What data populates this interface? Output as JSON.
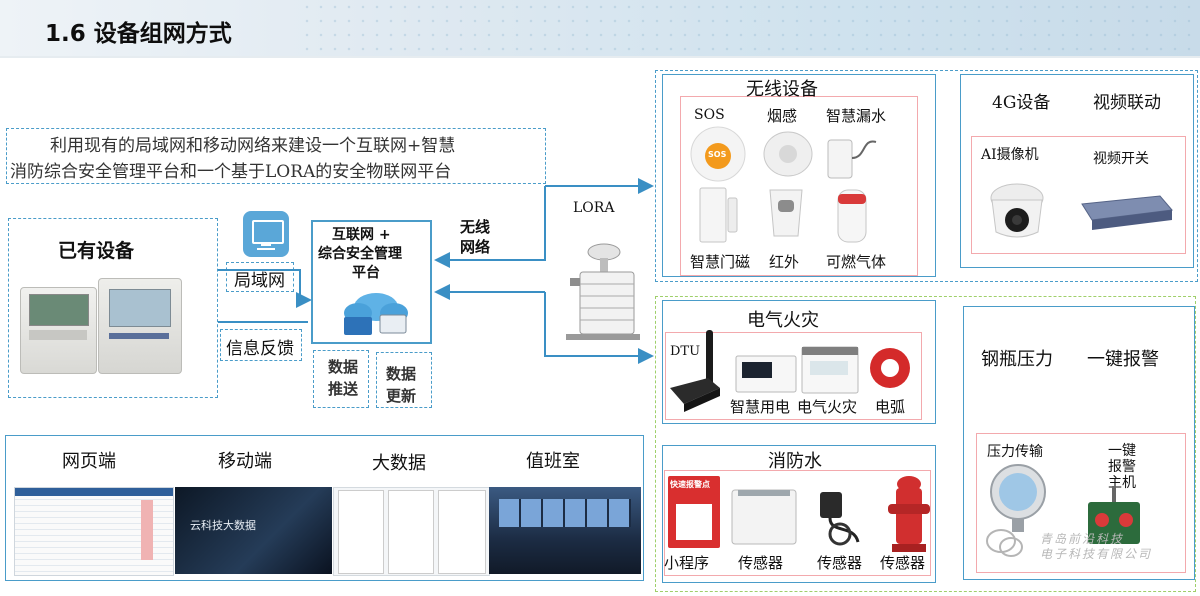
{
  "header": {
    "title": "1.6 设备组网方式"
  },
  "intro": {
    "line1": "利用现有的局域网和移动网络来建设一个互联网+智慧",
    "line2": "消防综合安全管理平台和一个基于LORA的安全物联网平台"
  },
  "existing": {
    "title": "已有设备"
  },
  "links": {
    "lan": "局域网",
    "feedback": "信息反馈",
    "wireless_line1": "无线",
    "wireless_line2": "网络",
    "lora": "LORA"
  },
  "platform": {
    "line1": "互联网 +",
    "line2": "综合安全管理",
    "line3": "平台"
  },
  "data_push": {
    "line1": "数据",
    "line2": "推送"
  },
  "data_update": {
    "line1": "数据",
    "line2": "更新"
  },
  "clients": {
    "web": "网页端",
    "mobile": "移动端",
    "bigdata": "大数据",
    "duty": "值班室",
    "mobile_caption": "云科技大数据"
  },
  "wireless": {
    "title": "无线设备",
    "sos": "SOS",
    "smoke": "烟感",
    "leak": "智慧漏水",
    "door": "智慧门磁",
    "infrared": "红外",
    "gas": "可燃气体",
    "sos_badge": "SOS"
  },
  "g4": {
    "title": "4G设备",
    "video_link": "视频联动",
    "ai_camera": "AI摄像机",
    "video_switch": "视频开关"
  },
  "electric": {
    "title": "电气火灾",
    "dtu": "DTU",
    "smart_power": "智慧用电",
    "electric_fire": "电气火灾",
    "arc": "电弧"
  },
  "water": {
    "title": "消防水",
    "mini_program": "小程序",
    "sensor1": "传感器",
    "sensor2": "传感器",
    "sensor3": "传感器",
    "poster_text": "快速报警点"
  },
  "pressure": {
    "cylinder": "钢瓶压力",
    "alarm": "一键报警",
    "transmitter": "压力传输",
    "host_1": "一键",
    "host_2": "报警",
    "host_3": "主机"
  },
  "watermark": {
    "line1": "青岛前沿科技",
    "line2": "电子科技有限公司"
  },
  "colors": {
    "accent_blue": "#4a9cc9",
    "accent_green": "#9fcf6a",
    "inner_pink": "#f3a9ad",
    "arrow_blue": "#3a8fc4"
  }
}
